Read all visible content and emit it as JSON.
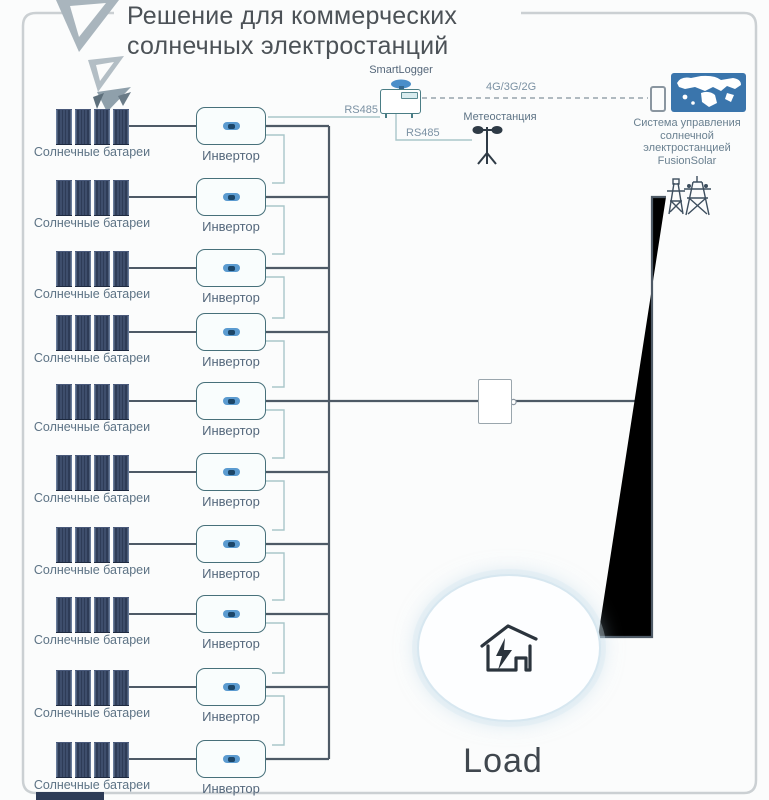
{
  "title": {
    "line1": "Решение для коммерческих",
    "line2": "солнечных электростанций"
  },
  "labels": {
    "panel": "Солнечные батареи",
    "inverter": "Инвертор"
  },
  "rows_count": 10,
  "top": {
    "smartlogger_label": "SmartLogger",
    "rs485_left": "RS485",
    "rs485_bottom": "RS485",
    "network_label": "4G/3G/2G",
    "weather_label": "Метеостанция"
  },
  "management": {
    "lines": [
      "Система управления",
      "солнечной",
      "электростанцией",
      "FusionSolar"
    ]
  },
  "load": {
    "label": "Load"
  },
  "icons": {
    "logo": "abstract-triangles-logo",
    "solar_panel": "solar-panel-array",
    "inverter_indicator": "led-pill",
    "smartlogger_antenna": "antenna-dome",
    "weather_station": "anemometer-tripod",
    "phone": "mobile-phone-outline",
    "world_map": "world-map",
    "transformer": "warning-triangle-box",
    "transmission_tower": "power-towers",
    "house": "house-lightning"
  },
  "colors": {
    "accent_blue": "#3a75ac",
    "indicator_blue": "#5b9bd0",
    "panel_navy": "#2e3c57",
    "wire_dark": "#4e5a66",
    "wire_teal": "#a9c6ca",
    "label_gray_blue": "#5d7385",
    "frame_gray": "#cbd0d3"
  }
}
